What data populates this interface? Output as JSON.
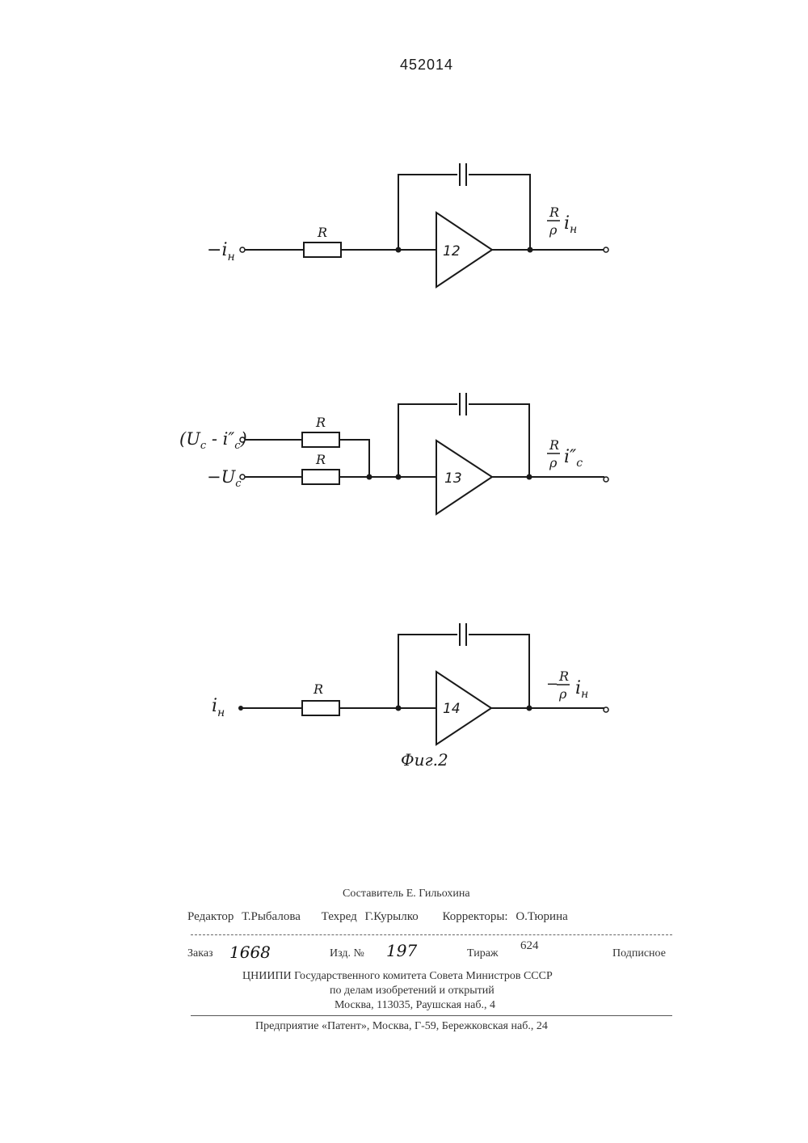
{
  "patent_number": "452014",
  "figure_caption": "Фиг.2",
  "resistor_label": "R",
  "circuits": [
    {
      "amplifier": "12",
      "inputs": [
        {
          "label": "-i_н"
        }
      ],
      "output": {
        "sign": "",
        "coef": "R/ρ",
        "var": "i_н"
      }
    },
    {
      "amplifier": "13",
      "inputs": [
        {
          "label": "(U_c - i''_c)"
        },
        {
          "label": "-U_c"
        }
      ],
      "output": {
        "sign": "",
        "coef": "R/ρ",
        "var": "i''_c"
      }
    },
    {
      "amplifier": "14",
      "inputs": [
        {
          "label": "i_н"
        }
      ],
      "output": {
        "sign": "-",
        "coef": "R/ρ",
        "var": "i_н"
      }
    }
  ],
  "imprint": {
    "compiler_label": "Составитель",
    "compiler": "Е. Гильохина",
    "editor_label": "Редактор",
    "editor": "Т.Рыбалова",
    "techred_label": "Техред",
    "techred": "Г.Курылко",
    "correctors_label": "Корректоры:",
    "correctors": "О.Тюрина",
    "order_label": "Заказ",
    "order": "1668",
    "edition_label": "Изд. №",
    "edition": "197",
    "circulation_label": "Тираж",
    "circulation": "624",
    "subscription": "Подписное",
    "institute": "ЦНИИПИ Государственного комитета Совета Министров СССР",
    "institute_dept": "по делам изобретений и открытий",
    "address": "Москва, 113035, Раушская наб., 4",
    "enterprise": "Предприятие «Патент», Москва, Г-59, Бережковская наб., 24"
  }
}
